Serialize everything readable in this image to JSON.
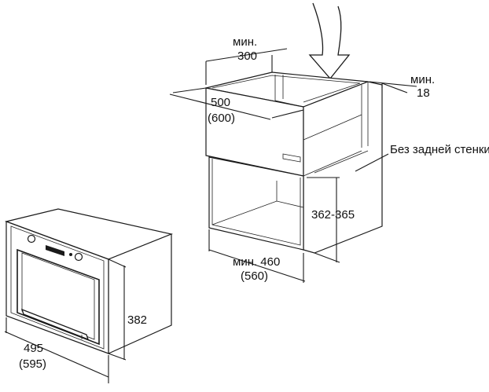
{
  "cabinet": {
    "dim_top_depth_label": "мин.",
    "dim_top_depth_value": "300",
    "dim_width_value": "500",
    "dim_width_alt": "(600)",
    "dim_side_gap_label": "мин.",
    "dim_side_gap_value": "18",
    "note_no_back": "Без задней стенки",
    "dim_height_value": "362-365",
    "dim_depth_value": "мин. 460",
    "dim_depth_alt": "(560)"
  },
  "oven": {
    "dim_height_value": "382",
    "dim_width_value": "495",
    "dim_width_alt": "(595)"
  }
}
